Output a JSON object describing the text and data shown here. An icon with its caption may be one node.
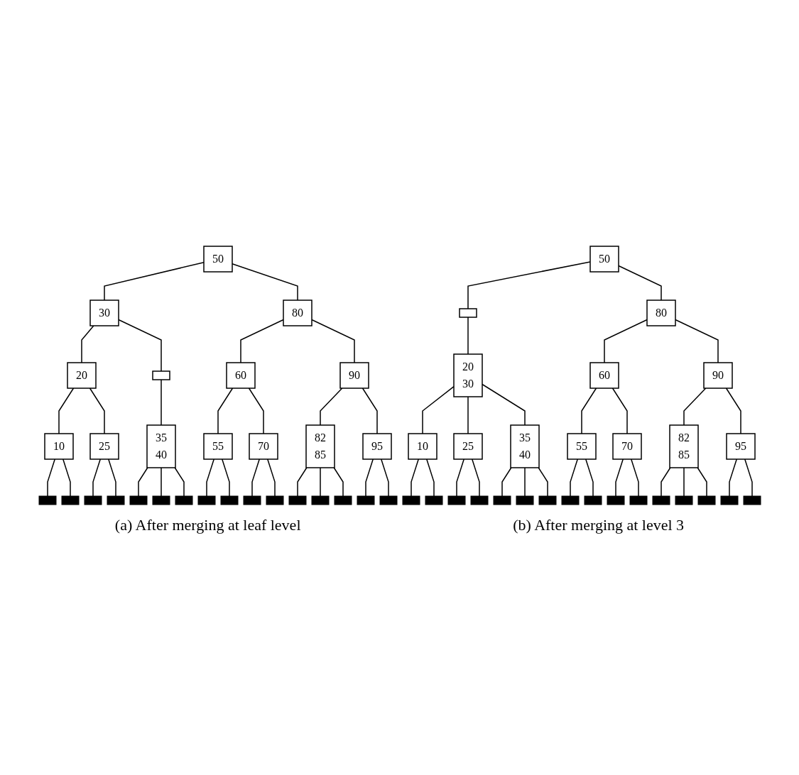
{
  "diagram": {
    "nodes": [
      {
        "text": [
          "50"
        ]
      },
      {
        "text": [
          "30"
        ]
      },
      {
        "text": [
          "80"
        ]
      },
      {
        "text": [
          "20"
        ]
      },
      {
        "text": [],
        "shape": "box"
      },
      {
        "text": [
          "60"
        ]
      },
      {
        "text": [
          "90"
        ]
      },
      {
        "text": [
          "10"
        ]
      },
      {
        "text": [
          "25"
        ]
      },
      {
        "text": [
          "35",
          "40"
        ]
      },
      {
        "text": [
          "55"
        ]
      },
      {
        "text": [
          "70"
        ]
      },
      {
        "text": [
          "82",
          "85"
        ]
      },
      {
        "text": [
          "95"
        ]
      },
      {
        "text": [],
        "shape": "box"
      },
      {
        "text": [],
        "shape": "box"
      },
      {
        "text": [],
        "shape": "box"
      },
      {
        "text": [],
        "shape": "box"
      },
      {
        "text": [],
        "shape": "box"
      },
      {
        "text": [],
        "shape": "box"
      },
      {
        "text": [],
        "shape": "box"
      },
      {
        "text": [],
        "shape": "box"
      },
      {
        "text": [],
        "shape": "box"
      },
      {
        "text": [],
        "shape": "box"
      },
      {
        "text": [],
        "shape": "box"
      },
      {
        "text": [],
        "shape": "box"
      },
      {
        "text": [],
        "shape": "box"
      },
      {
        "text": [],
        "shape": "box"
      },
      {
        "text": [],
        "shape": "box"
      },
      {
        "text": [],
        "shape": "box"
      },
      {
        "text": [
          "50"
        ]
      },
      {
        "text": [],
        "shape": "box"
      },
      {
        "text": [
          "80"
        ]
      },
      {
        "text": [
          "20",
          "30"
        ]
      },
      {
        "text": [
          "60"
        ]
      },
      {
        "text": [
          "90"
        ]
      },
      {
        "text": [
          "10"
        ]
      },
      {
        "text": [
          "25"
        ]
      },
      {
        "text": [
          "35",
          "40"
        ]
      },
      {
        "text": [
          "55"
        ]
      },
      {
        "text": [
          "70"
        ]
      },
      {
        "text": [
          "82",
          "85"
        ]
      },
      {
        "text": [
          "95"
        ]
      },
      {
        "text": [],
        "shape": "box"
      },
      {
        "text": [],
        "shape": "box"
      },
      {
        "text": [],
        "shape": "box"
      },
      {
        "text": [],
        "shape": "box"
      },
      {
        "text": [],
        "shape": "box"
      },
      {
        "text": [],
        "shape": "box"
      },
      {
        "text": [],
        "shape": "box"
      },
      {
        "text": [],
        "shape": "box"
      },
      {
        "text": [],
        "shape": "box"
      },
      {
        "text": [],
        "shape": "box"
      },
      {
        "text": [],
        "shape": "box"
      },
      {
        "text": [],
        "shape": "box"
      },
      {
        "text": [],
        "shape": "box"
      },
      {
        "text": [],
        "shape": "box"
      },
      {
        "text": [],
        "shape": "box"
      },
      {
        "text": [],
        "shape": "box"
      }
    ],
    "edges": [
      {
        "from": 0,
        "to": 1,
        "arrow": "none"
      },
      {
        "from": 0,
        "to": 2,
        "arrow": "none"
      },
      {
        "from": 1,
        "to": 3,
        "arrow": "none"
      },
      {
        "from": 1,
        "to": 4,
        "arrow": "none"
      },
      {
        "from": 2,
        "to": 5,
        "arrow": "none"
      },
      {
        "from": 2,
        "to": 6,
        "arrow": "none"
      },
      {
        "from": 3,
        "to": 7,
        "arrow": "none"
      },
      {
        "from": 3,
        "to": 8,
        "arrow": "none"
      },
      {
        "from": 4,
        "to": 9,
        "arrow": "none"
      },
      {
        "from": 5,
        "to": 10,
        "arrow": "none"
      },
      {
        "from": 5,
        "to": 11,
        "arrow": "none"
      },
      {
        "from": 6,
        "to": 12,
        "arrow": "none"
      },
      {
        "from": 6,
        "to": 13,
        "arrow": "none"
      },
      {
        "from": 7,
        "to": 14,
        "arrow": "none"
      },
      {
        "from": 7,
        "to": 15,
        "arrow": "none"
      },
      {
        "from": 8,
        "to": 16,
        "arrow": "none"
      },
      {
        "from": 8,
        "to": 17,
        "arrow": "none"
      },
      {
        "from": 9,
        "to": 18,
        "arrow": "none"
      },
      {
        "from": 9,
        "to": 19,
        "arrow": "none"
      },
      {
        "from": 9,
        "to": 20,
        "arrow": "none"
      },
      {
        "from": 10,
        "to": 21,
        "arrow": "none"
      },
      {
        "from": 10,
        "to": 22,
        "arrow": "none"
      },
      {
        "from": 11,
        "to": 23,
        "arrow": "none"
      },
      {
        "from": 11,
        "to": 24,
        "arrow": "none"
      },
      {
        "from": 12,
        "to": 25,
        "arrow": "none"
      },
      {
        "from": 12,
        "to": 26,
        "arrow": "none"
      },
      {
        "from": 12,
        "to": 27,
        "arrow": "none"
      },
      {
        "from": 13,
        "to": 28,
        "arrow": "none"
      },
      {
        "from": 13,
        "to": 29,
        "arrow": "none"
      },
      {
        "from": 30,
        "to": 31,
        "arrow": "none"
      },
      {
        "from": 30,
        "to": 32,
        "arrow": "none"
      },
      {
        "from": 31,
        "to": 33,
        "arrow": "none"
      },
      {
        "from": 32,
        "to": 34,
        "arrow": "none"
      },
      {
        "from": 32,
        "to": 35,
        "arrow": "none"
      },
      {
        "from": 33,
        "to": 36,
        "arrow": "none"
      },
      {
        "from": 33,
        "to": 37,
        "arrow": "none"
      },
      {
        "from": 33,
        "to": 38,
        "arrow": "none"
      },
      {
        "from": 34,
        "to": 39,
        "arrow": "none"
      },
      {
        "from": 34,
        "to": 40,
        "arrow": "none"
      },
      {
        "from": 35,
        "to": 41,
        "arrow": "none"
      },
      {
        "from": 35,
        "to": 42,
        "arrow": "none"
      },
      {
        "from": 36,
        "to": 43,
        "arrow": "none"
      },
      {
        "from": 36,
        "to": 44,
        "arrow": "none"
      },
      {
        "from": 37,
        "to": 45,
        "arrow": "none"
      },
      {
        "from": 37,
        "to": 46,
        "arrow": "none"
      },
      {
        "from": 38,
        "to": 47,
        "arrow": "none"
      },
      {
        "from": 38,
        "to": 48,
        "arrow": "none"
      },
      {
        "from": 38,
        "to": 49,
        "arrow": "none"
      },
      {
        "from": 39,
        "to": 50,
        "arrow": "none"
      },
      {
        "from": 39,
        "to": 51,
        "arrow": "none"
      },
      {
        "from": 40,
        "to": 52,
        "arrow": "none"
      },
      {
        "from": 40,
        "to": 53,
        "arrow": "none"
      },
      {
        "from": 41,
        "to": 54,
        "arrow": "none"
      },
      {
        "from": 41,
        "to": 55,
        "arrow": "none"
      },
      {
        "from": 41,
        "to": 56,
        "arrow": "none"
      },
      {
        "from": 42,
        "to": 57,
        "arrow": "none"
      },
      {
        "from": 42,
        "to": 58,
        "arrow": "none"
      }
    ],
    "labels": [
      "(a) After merging at leaf level",
      "(b) After merging at level 3"
    ]
  }
}
